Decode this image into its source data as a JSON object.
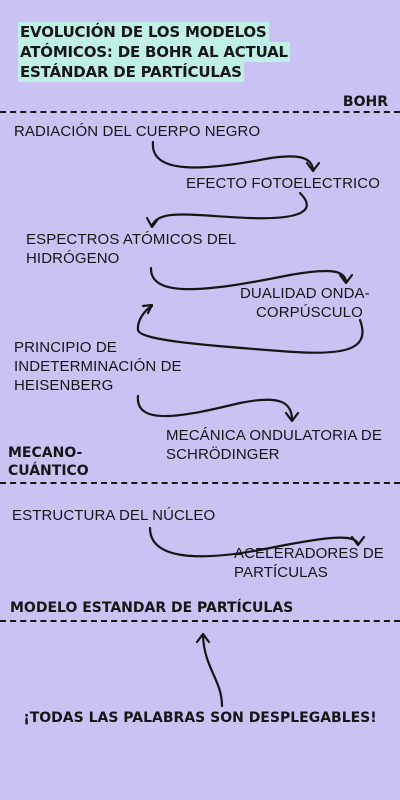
{
  "title": {
    "line1": "EVOLUCIÓN DE LOS MODELOS",
    "line2": "ATÓMICOS: DE BOHR AL ACTUAL",
    "line3": "ESTÁNDAR DE PARTÍCULAS"
  },
  "sections": {
    "bohr": "BOHR",
    "mecano_line1": "MECANO-",
    "mecano_line2": "CUÁNTICO",
    "modelo_estandar": "MODELO ESTANDAR DE PARTÍCULAS"
  },
  "items": {
    "radiacion": "RADIACIÓN DEL CUERPO NEGRO",
    "fotoelectrico": "EFECTO FOTOELECTRICO",
    "espectros_line1": "ESPECTROS ATÓMICOS DEL",
    "espectros_line2": "HIDRÓGENO",
    "dualidad_line1": "DUALIDAD ONDA-",
    "dualidad_line2": "CORPÚSCULO",
    "principio_line1": "PRINCIPIO DE",
    "principio_line2": "INDETERMINACIÓN DE",
    "principio_line3": "HEISENBERG",
    "mecanica_line1": "MECÁNICA ONDULATORIA DE",
    "mecanica_line2": "SCHRÖDINGER",
    "nucleo": "ESTRUCTURA DEL NÚCLEO",
    "aceleradores_line1": "ACELERADORES DE",
    "aceleradores_line2": "PARTÍCULAS"
  },
  "footer": "¡TODAS LAS PALABRAS SON DESPLEGABLES!",
  "colors": {
    "background": "#c9c2f3",
    "title_highlight": "#bff0e6",
    "ink": "#161616"
  }
}
